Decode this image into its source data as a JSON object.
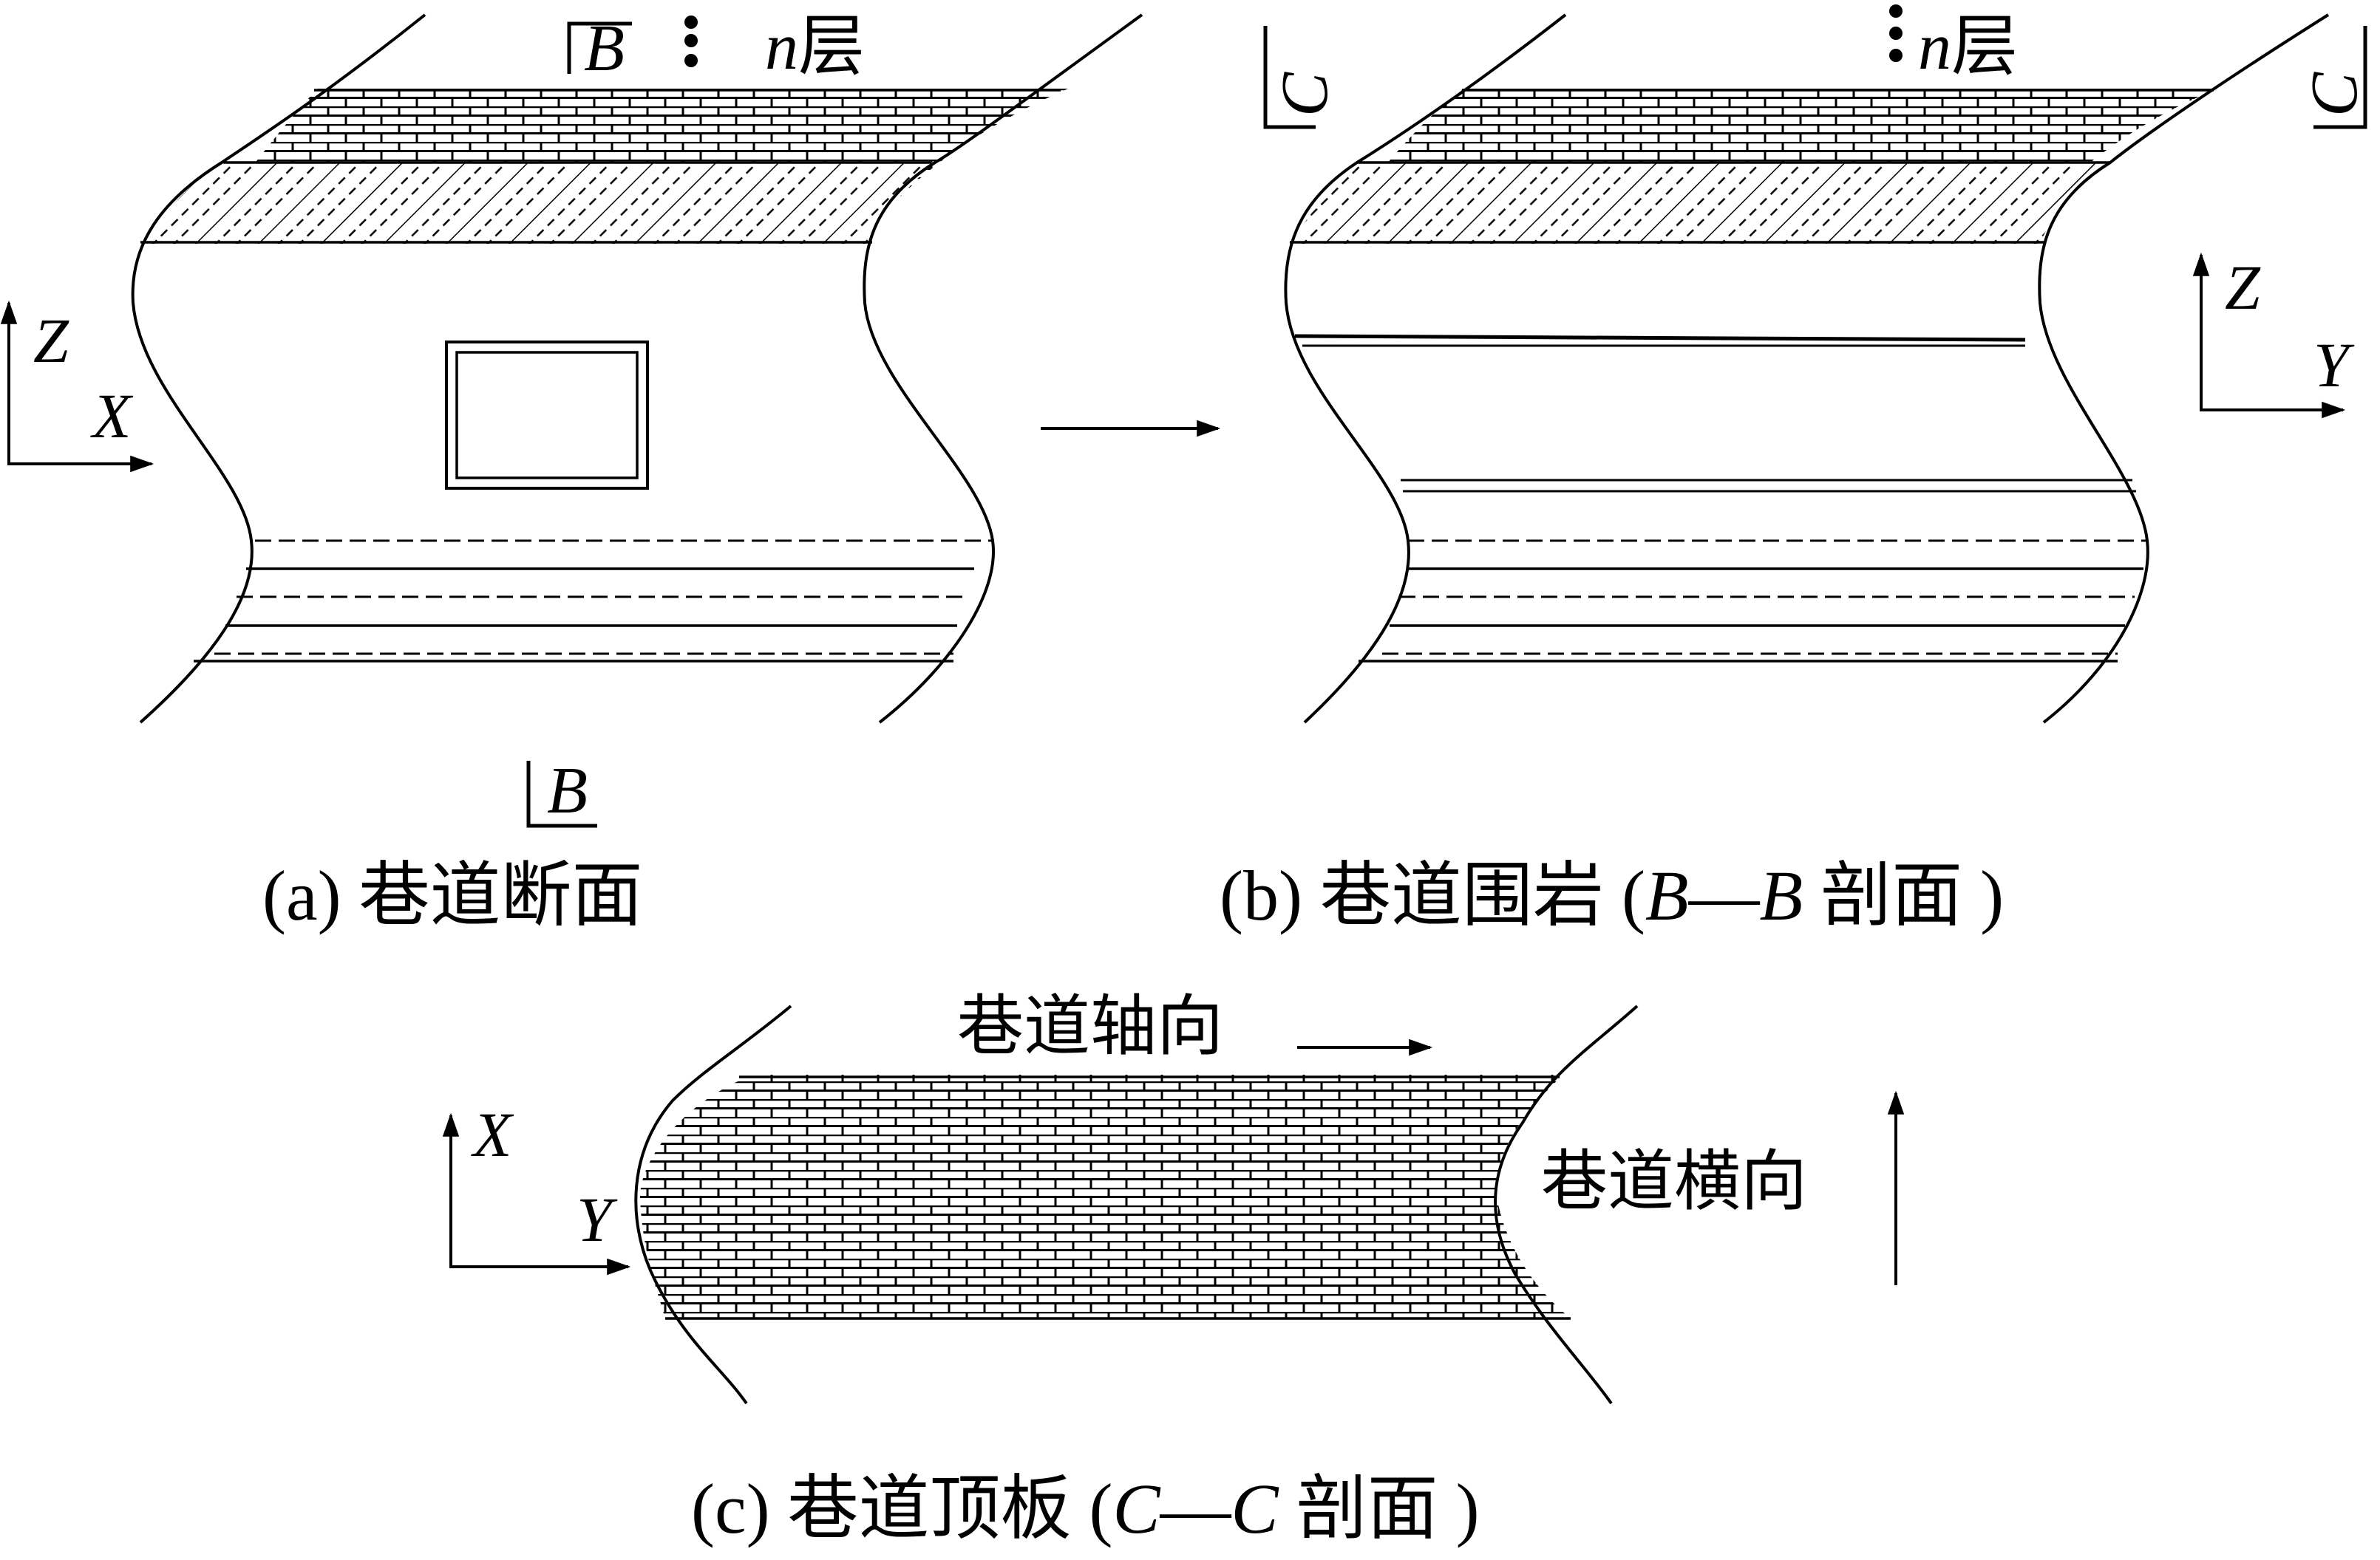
{
  "panels": {
    "a": {
      "caption_prefix": "(a) ",
      "caption": "巷道断面",
      "section_letter": "B",
      "layer_var": "n",
      "layer_suffix": "层",
      "axis_vertical": "Z",
      "axis_horizontal": "X"
    },
    "b": {
      "caption_prefix": "(b) ",
      "caption_main": "巷道围岩",
      "caption_open": " (",
      "section_from": "B",
      "dash": "—",
      "section_to": "B",
      "caption_tail": " 剖面 )",
      "section_letter": "C",
      "layer_var": "n",
      "layer_suffix": "层",
      "axis_vertical": "Z",
      "axis_horizontal": "Y"
    },
    "c": {
      "caption_prefix": "(c) ",
      "caption_main": "巷道顶板",
      "caption_open": " (",
      "section_from": "C",
      "dash": "—",
      "section_to": "C",
      "caption_tail": " 剖面 )",
      "axial_label": "巷道轴向",
      "transverse_label": "巷道横向",
      "axis_vertical": "X",
      "axis_horizontal": "Y"
    }
  },
  "colors": {
    "ink": "#000000",
    "paper": "#ffffff"
  }
}
